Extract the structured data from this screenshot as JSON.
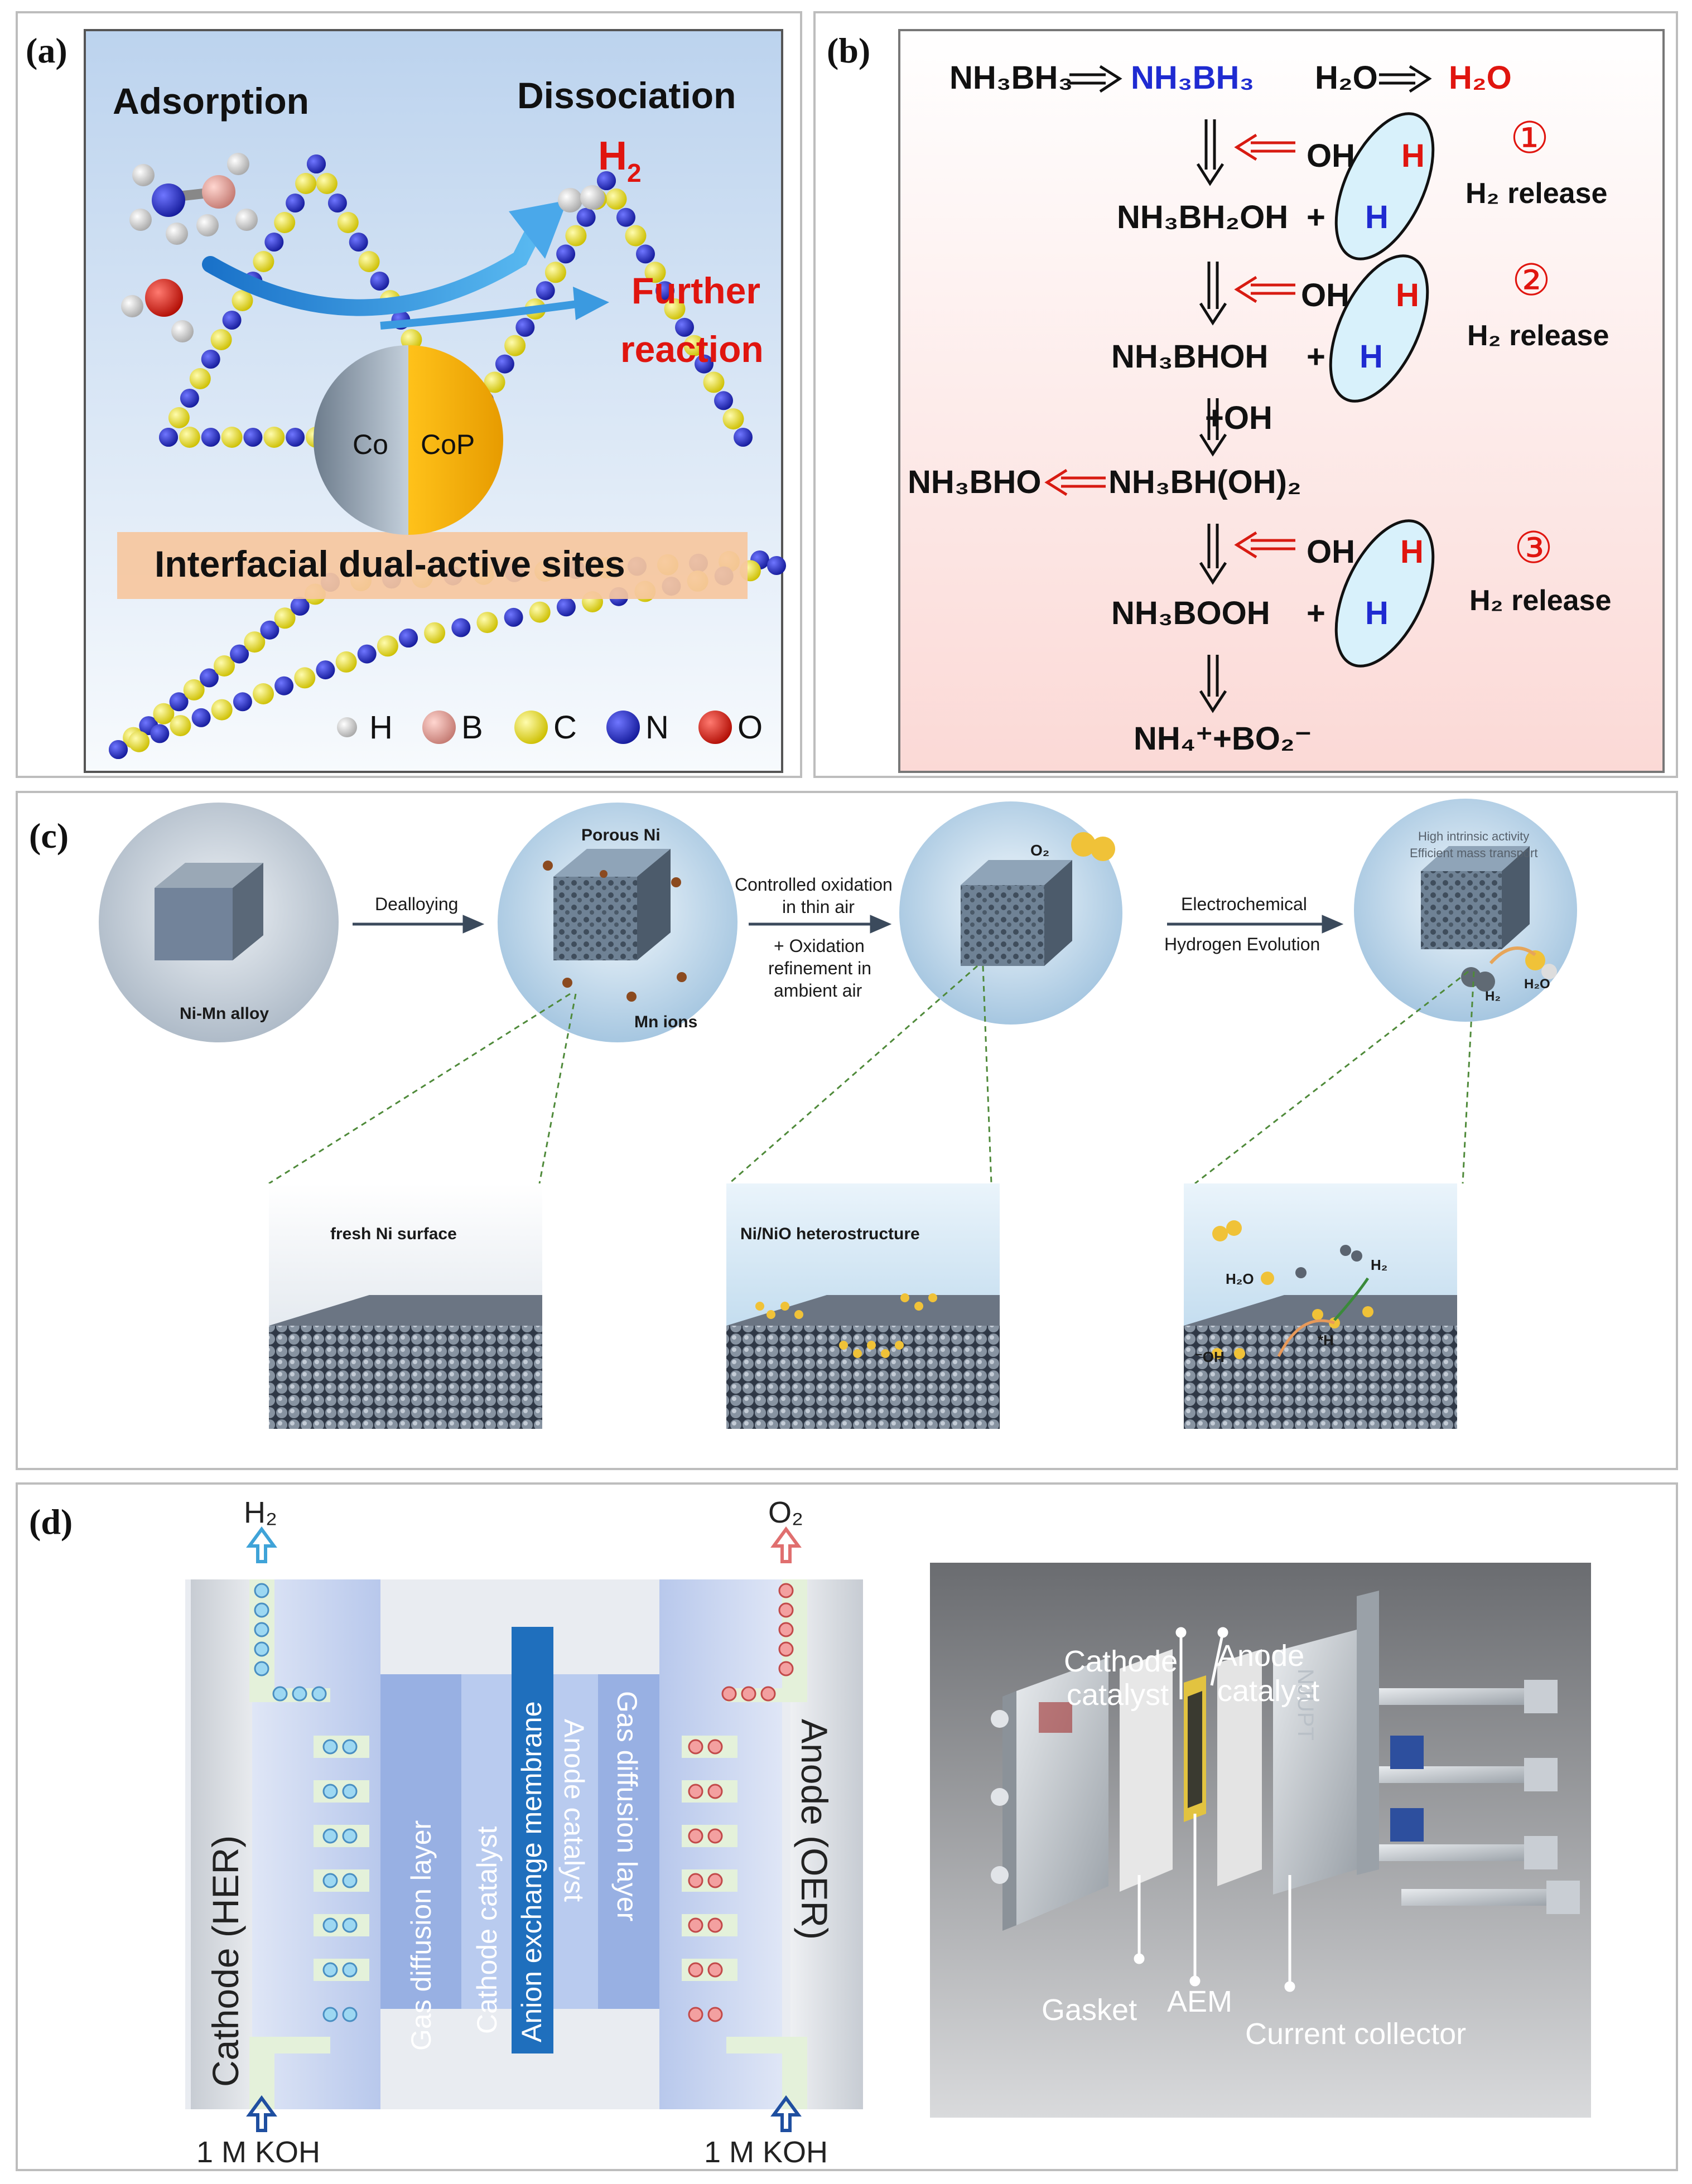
{
  "panels": {
    "a": {
      "label": "(a)",
      "adsorption": "Adsorption",
      "dissociation": "Dissociation",
      "h2": "H",
      "h2_sub": "2",
      "further": "Further",
      "reaction": "reaction",
      "co": "Co",
      "cop": "CoP",
      "interfacial": "Interfacial dual-active sites",
      "legend": [
        {
          "symbol": "H",
          "color": "#e8e8e8"
        },
        {
          "symbol": "B",
          "color": "#e7a9a2"
        },
        {
          "symbol": "C",
          "color": "#f1e20f"
        },
        {
          "symbol": "N",
          "color": "#2a33c9"
        },
        {
          "symbol": "O",
          "color": "#e01a10"
        }
      ]
    },
    "b": {
      "label": "(b)",
      "nh3bh3": "NH₃BH₃",
      "nh3bh3_blue": "NH₃BH₃",
      "h2o": "H₂O",
      "h2o_red": "H₂O",
      "oh": "OH",
      "plus": "+",
      "h": "H",
      "nh3bh2oh": "NH₃BH₂OH",
      "nh3bhoh": "NH₃BHOH",
      "plus_oh": "+OH",
      "nh3bho": "NH₃BHO",
      "nh3bh_oh2": "NH₃BH(OH)₂",
      "nh3booh": "NH₃BOOH",
      "final": "NH₄⁺+BO₂⁻",
      "steps": [
        "①",
        "②",
        "③"
      ],
      "h2_release": "H₂ release"
    },
    "c": {
      "label": "(c)",
      "ni_mn_alloy": "Ni-Mn alloy",
      "dealloying": "Dealloying",
      "porous_ni": "Porous Ni",
      "mn_ions": "Mn ions",
      "controlled_oxidation": "Controlled oxidation",
      "in_thin_air": "in thin air",
      "oxidation_refinement_1": "+ Oxidation",
      "oxidation_refinement_2": "refinement in",
      "oxidation_refinement_3": "ambient air",
      "o2": "O₂",
      "electrochemical": "Electrochemical",
      "hydrogen_evolution": "Hydrogen Evolution",
      "high_activity": "High intrinsic activity",
      "mass_transport": "Efficient mass transport",
      "h2": "H₂",
      "h2o": "H₂O",
      "fresh_ni": "fresh Ni surface",
      "heterostructure": "Ni/NiO heterostructure",
      "oh_minus": "⁻OH",
      "h_star": "*H"
    },
    "d": {
      "label": "(d)",
      "h2": "H₂",
      "o2": "O₂",
      "cathode_her": "Cathode (HER)",
      "anode_oer": "Anode (OER)",
      "gdl_left": "Gas diffusion layer",
      "cathode_catalyst": "Cathode catalyst",
      "aem": "Anion exchange membrane",
      "anode_catalyst": "Anode catalyst",
      "gdl_right": "Gas diffusion layer",
      "koh_left": "1 M KOH",
      "koh_right": "1 M KOH",
      "photo_cathode_catalyst_1": "Cathode",
      "photo_cathode_catalyst_2": "catalyst",
      "photo_anode_catalyst_1": "Anode",
      "photo_anode_catalyst_2": "catalyst",
      "photo_gasket": "Gasket",
      "photo_aem": "AEM",
      "photo_current_collector": "Current collector",
      "photo_engraving": "NJUPT"
    }
  }
}
